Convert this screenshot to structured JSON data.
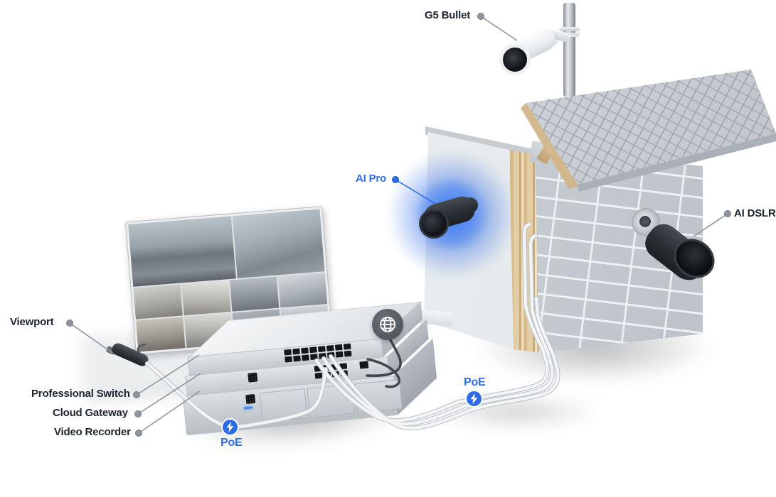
{
  "scene": {
    "title": "UniFi Protect camera system topology diagram",
    "background_color": "#ffffff",
    "accent_blue": "#2e6ce6",
    "label_color": "#1e242e",
    "glow_color": "#2e6ce6"
  },
  "labels": {
    "g5_bullet": "G5 Bullet",
    "ai_pro": "AI Pro",
    "ai_dslr": "AI DSLR",
    "viewport": "Viewport",
    "professional_switch": "Professional Switch",
    "cloud_gateway": "Cloud Gateway",
    "video_recorder": "Video Recorder",
    "poe_switch_side": "PoE",
    "poe_wall_side": "PoE"
  },
  "icons": {
    "globe": "internet-globe-icon",
    "poe_bolt": "lightning-bolt-icon"
  },
  "monitor": {
    "large_feeds": 2,
    "small_feed_rows": 2,
    "small_feeds_per_row": 4
  },
  "hardware": {
    "switch_ports": 16,
    "gateway_ports": 8,
    "nvr_bays": 3
  }
}
